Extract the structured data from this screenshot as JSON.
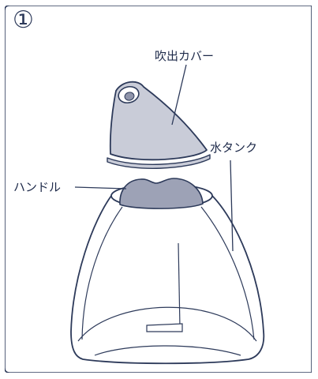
{
  "step": {
    "number": "①"
  },
  "labels": {
    "outlet_cover": "吹出カバー",
    "water_tank": "水タンク",
    "handle": "ハンドル"
  },
  "colors": {
    "outline": "#2d3a5a",
    "cover_fill": "#c9ccd8",
    "handle_fill": "#9da2b6",
    "background": "#ffffff"
  }
}
